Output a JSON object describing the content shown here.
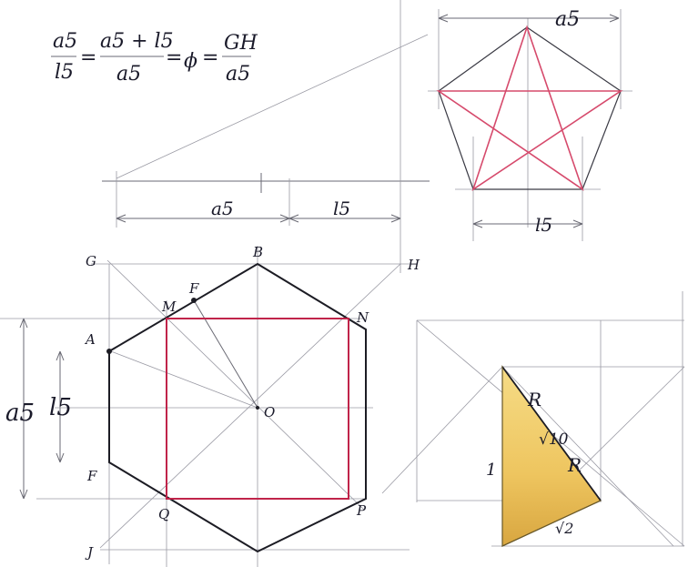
{
  "formula": {
    "frac1_num": "a5",
    "frac1_den": "l5",
    "eq1": "=",
    "frac2_num": "a5 + l5",
    "frac2_den": "a5",
    "eq2": "=",
    "phi": "ϕ",
    "eq3": "=",
    "frac3_num": "GH",
    "frac3_den": "a5"
  },
  "golden_segment": {
    "label_a": "a5",
    "label_l": "l5"
  },
  "pentagon": {
    "label_top": "a5",
    "label_bottom": "l5"
  },
  "hexagon": {
    "points": {
      "G": "G",
      "B": "B",
      "H": "H",
      "F_top": "F",
      "M": "M",
      "N": "N",
      "A": "A",
      "O": "O",
      "F_left": "F",
      "Q": "Q",
      "J": "J",
      "P": "P"
    },
    "side_labels": {
      "a": "a5",
      "l": "l5"
    }
  },
  "triangle": {
    "colors": {
      "fill": "#f2cf6a",
      "fill_dark": "#d9a93a"
    },
    "labels": {
      "R1": "R",
      "sqrt": "√10",
      "R2": "R",
      "one": "1",
      "sqrt2": "√2"
    }
  }
}
